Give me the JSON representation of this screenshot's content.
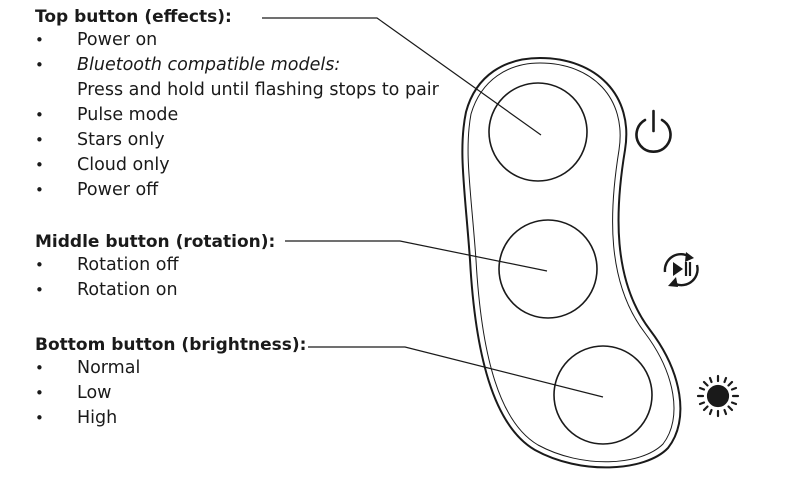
{
  "sections": [
    {
      "heading": "Top button (effects):",
      "items": [
        {
          "text": "Power on",
          "italic": false,
          "bullet": true
        },
        {
          "text": "Bluetooth compatible models:",
          "italic": true,
          "bullet": true
        },
        {
          "text": "Press and hold until flashing stops to pair",
          "italic": false,
          "bullet": false
        },
        {
          "text": "Pulse mode",
          "italic": false,
          "bullet": true
        },
        {
          "text": "Stars only",
          "italic": false,
          "bullet": true
        },
        {
          "text": "Cloud only",
          "italic": false,
          "bullet": true
        },
        {
          "text": "Power off",
          "italic": false,
          "bullet": true
        }
      ]
    },
    {
      "heading": "Middle button (rotation):",
      "items": [
        {
          "text": "Rotation off",
          "italic": false,
          "bullet": true
        },
        {
          "text": "Rotation on",
          "italic": false,
          "bullet": true
        }
      ]
    },
    {
      "heading": "Bottom button (brightness):",
      "items": [
        {
          "text": "Normal",
          "italic": false,
          "bullet": true
        },
        {
          "text": "Low",
          "italic": false,
          "bullet": true
        },
        {
          "text": "High",
          "italic": false,
          "bullet": true
        }
      ]
    }
  ],
  "icons": {
    "top": "power-icon",
    "middle": "rotation-play-pause-icon",
    "bottom": "sun-brightness-icon"
  },
  "colors": {
    "line": "#1a1a1a"
  }
}
